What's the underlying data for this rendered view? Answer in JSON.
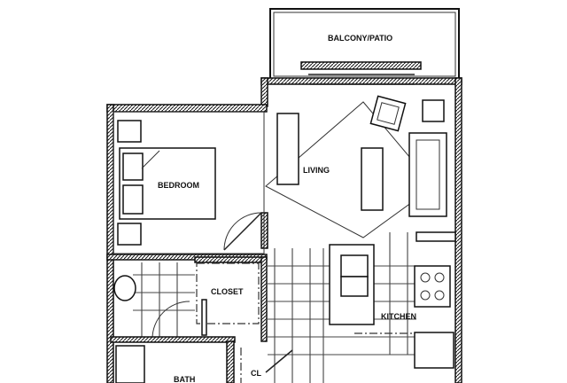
{
  "rooms": {
    "balcony": "BALCONY/PATIO",
    "living": "LIVING",
    "bedroom": "BEDROOM",
    "closet": "CLOSET",
    "kitchen": "KITCHEN",
    "bath": "BATH",
    "cl": "CL"
  }
}
